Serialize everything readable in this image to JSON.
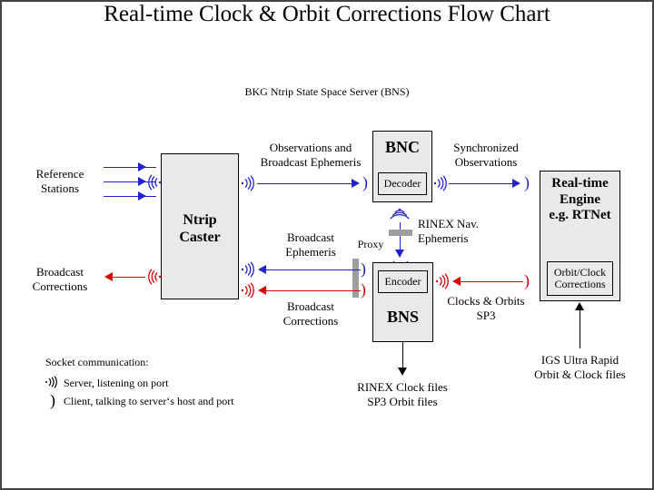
{
  "diagram": {
    "title": "Real-time Clock & Orbit Corrections Flow Chart",
    "subtitle": "BKG Ntrip State Space Server  (BNS)"
  },
  "colors": {
    "blue": "#2222cc",
    "red": "#dd0000",
    "black": "#000000",
    "box_fill": "#e9e9e9",
    "proxy_gray": "#9e9e9e",
    "frame": "#434343"
  },
  "nodes": {
    "ntrip_caster": {
      "label_line1": "Ntrip",
      "label_line2": "Caster"
    },
    "bnc": {
      "label": "BNC",
      "sub": "Decoder"
    },
    "bns": {
      "label": "BNS",
      "sub": "Encoder"
    },
    "rt_engine": {
      "label_line1": "Real-time",
      "label_line2": "Engine",
      "label_line3": "e.g. RTNet",
      "sub_line1": "Orbit/Clock",
      "sub_line2": "Corrections"
    },
    "proxy": {
      "label": "Proxy"
    }
  },
  "external": {
    "reference_stations_line1": "Reference",
    "reference_stations_line2": "Stations",
    "broadcast_corrections_left_line1": "Broadcast",
    "broadcast_corrections_left_line2": "Corrections",
    "rinex_clock_files_line1": "RINEX Clock files",
    "rinex_clock_files_line2": "SP3 Orbit files",
    "igs_line1": "IGS Ultra Rapid",
    "igs_line2": "Orbit & Clock files"
  },
  "edges": {
    "obs_bcep_line1": "Observations and",
    "obs_bcep_line2": "Broadcast Ephemeris",
    "sync_obs_line1": "Synchronized",
    "sync_obs_line2": "Observations",
    "rinex_nav_line1": "RINEX Nav.",
    "rinex_nav_line2": "Ephemeris",
    "bc_eph_line1": "Broadcast",
    "bc_eph_line2": "Ephemeris",
    "bc_corr_line1": "Broadcast",
    "bc_corr_line2": "Corrections",
    "clocks_orbits_line1": "Clocks & Orbits",
    "clocks_orbits_line2": "SP3"
  },
  "legend": {
    "heading": "Socket communication:",
    "server_icon": "server-antenna-icon",
    "server_text": "Server,  listening on port",
    "client_icon": "client-paren-icon",
    "client_text": "Client,  talking to server‘s host and port"
  }
}
